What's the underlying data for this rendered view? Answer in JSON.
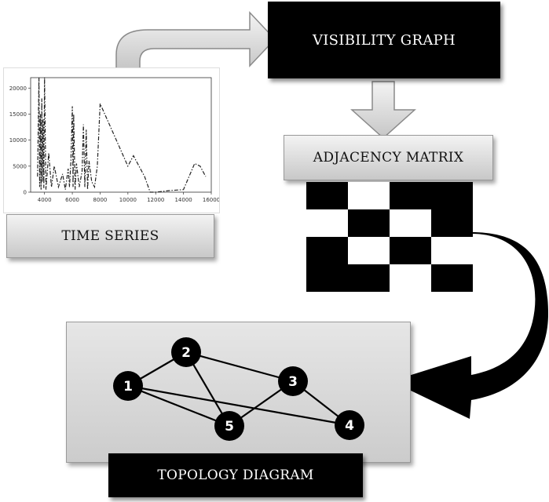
{
  "diagram": {
    "visibility_graph_label": "VISIBILITY GRAPH",
    "adjacency_matrix_label": "ADJACENCY MATRIX",
    "time_series_label": "TIME SERIES",
    "topology_diagram_label": "TOPOLOGY DIAGRAM",
    "matrix_cells": [
      [
        1,
        0,
        1,
        1
      ],
      [
        0,
        1,
        0,
        1
      ],
      [
        1,
        0,
        1,
        0
      ],
      [
        1,
        1,
        0,
        1
      ]
    ],
    "nodes": [
      "1",
      "2",
      "3",
      "4",
      "5"
    ],
    "edges": [
      [
        "1",
        "2"
      ],
      [
        "1",
        "5"
      ],
      [
        "1",
        "4"
      ],
      [
        "2",
        "3"
      ],
      [
        "2",
        "5"
      ],
      [
        "3",
        "5"
      ],
      [
        "3",
        "4"
      ]
    ],
    "colors": {
      "dark": "#000000",
      "light": "#ffffff",
      "panel": "#d9d9d9"
    }
  },
  "chart_data": {
    "type": "line",
    "xlim": [
      3000,
      16000
    ],
    "ylim": [
      0,
      22000
    ],
    "x_ticks": [
      "4000",
      "6000",
      "8000",
      "10000",
      "12000",
      "14000",
      "16000"
    ],
    "y_ticks": [
      "0",
      "5000",
      "10000",
      "15000",
      "20000"
    ],
    "series": [
      {
        "x": [
          3500,
          3600,
          3650,
          3700,
          3750,
          3800,
          3850,
          3900,
          3950,
          4000,
          4100,
          4300,
          4500,
          4700,
          5000,
          5300,
          5500,
          5700,
          5800,
          5900,
          6000,
          6050,
          6100,
          6200,
          6300,
          6500,
          6700,
          6800,
          6900,
          7000,
          7100,
          7200,
          7400,
          7600,
          7800,
          8000,
          9000,
          10000,
          10400,
          11200,
          11600,
          12000,
          13000,
          14000,
          14800,
          15200,
          15600
        ],
        "y": [
          3000,
          22000,
          1000,
          15000,
          500,
          18000,
          2000,
          14000,
          800,
          22000,
          500,
          7500,
          1000,
          5000,
          1000,
          3500,
          500,
          4500,
          1000,
          6000,
          16500,
          1000,
          15000,
          500,
          5500,
          1000,
          4000,
          13000,
          1000,
          12000,
          500,
          6000,
          2000,
          1000,
          5000,
          17000,
          11000,
          5000,
          7000,
          3000,
          0,
          0,
          300,
          500,
          5500,
          5000,
          3000
        ]
      }
    ]
  }
}
